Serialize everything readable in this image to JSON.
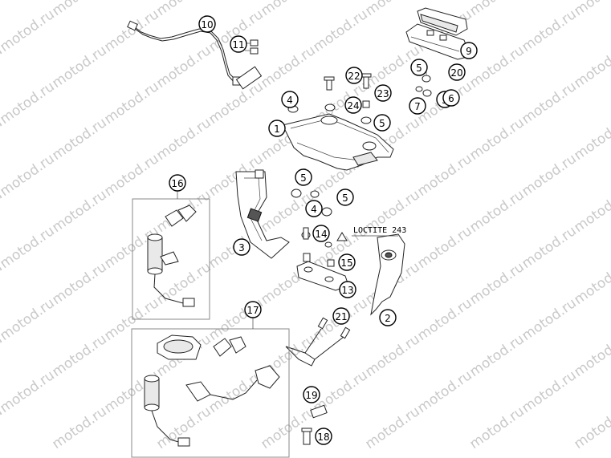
{
  "watermark": "motod.ru",
  "note": "LOCTITE 243",
  "callouts": [
    "1",
    "2",
    "3",
    "4",
    "4",
    "5",
    "5",
    "5",
    "5",
    "5",
    "6",
    "7",
    "9",
    "10",
    "11",
    "13",
    "14",
    "15",
    "16",
    "17",
    "18",
    "19",
    "20",
    "21",
    "22",
    "23",
    "24"
  ]
}
